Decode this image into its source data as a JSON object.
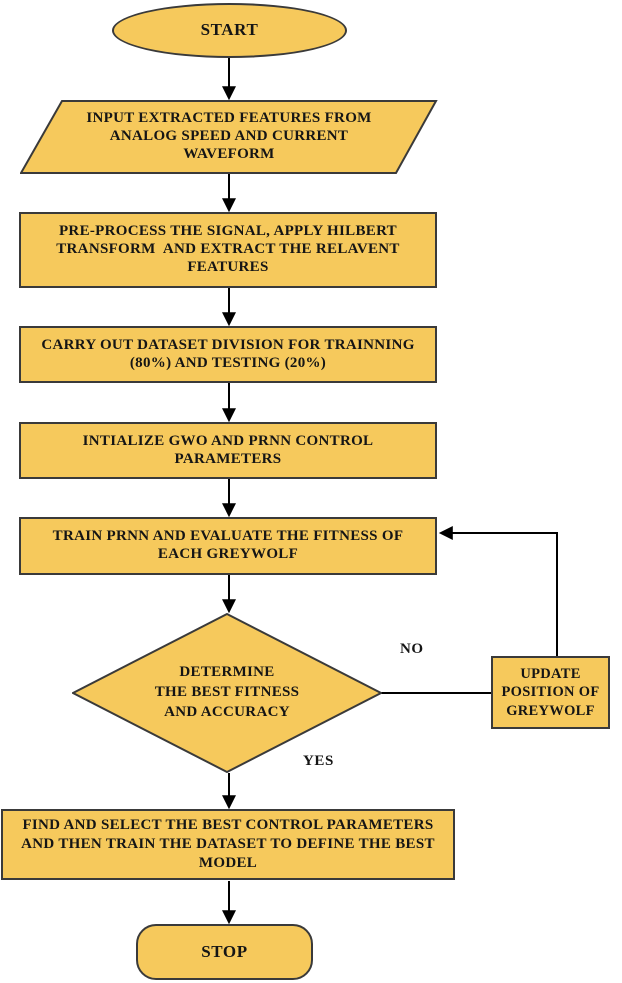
{
  "colors": {
    "node_fill": "#F6C95C",
    "node_border": "#3A3A3A",
    "line_color": "#000000",
    "text_color": "#151515",
    "background": "#FFFFFF"
  },
  "nodes": {
    "start": {
      "shape": "terminator",
      "label": "START"
    },
    "input": {
      "shape": "parallelogram",
      "label": "INPUT EXTRACTED FEATURES FROM\nANALOG SPEED AND CURRENT\nWAVEFORM"
    },
    "preprocess": {
      "shape": "process",
      "label": "PRE-PROCESS THE SIGNAL, APPLY HILBERT\nTRANSFORM  AND EXTRACT THE RELAVENT\nFEATURES"
    },
    "dataset": {
      "shape": "process",
      "label": "CARRY OUT DATASET DIVISION FOR TRAINNING\n(80%) AND TESTING (20%)"
    },
    "initialize": {
      "shape": "process",
      "label": "INTIALIZE GWO AND PRNN CONTROL\nPARAMETERS"
    },
    "train": {
      "shape": "process",
      "label": "TRAIN PRNN AND EVALUATE THE FITNESS OF\nEACH GREYWOLF"
    },
    "decision": {
      "shape": "decision",
      "label": "DETERMINE\nTHE BEST FITNESS\nAND ACCURACY"
    },
    "update": {
      "shape": "process",
      "label": "UPDATE\nPOSITION OF\nGREYWOLF"
    },
    "find": {
      "shape": "process",
      "label": "FIND AND SELECT THE BEST CONTROL PARAMETERS\nAND THEN TRAIN THE DATASET TO DEFINE THE BEST\nMODEL"
    },
    "stop": {
      "shape": "terminator",
      "label": "STOP"
    }
  },
  "edge_labels": {
    "yes": "YES",
    "no": "NO"
  }
}
